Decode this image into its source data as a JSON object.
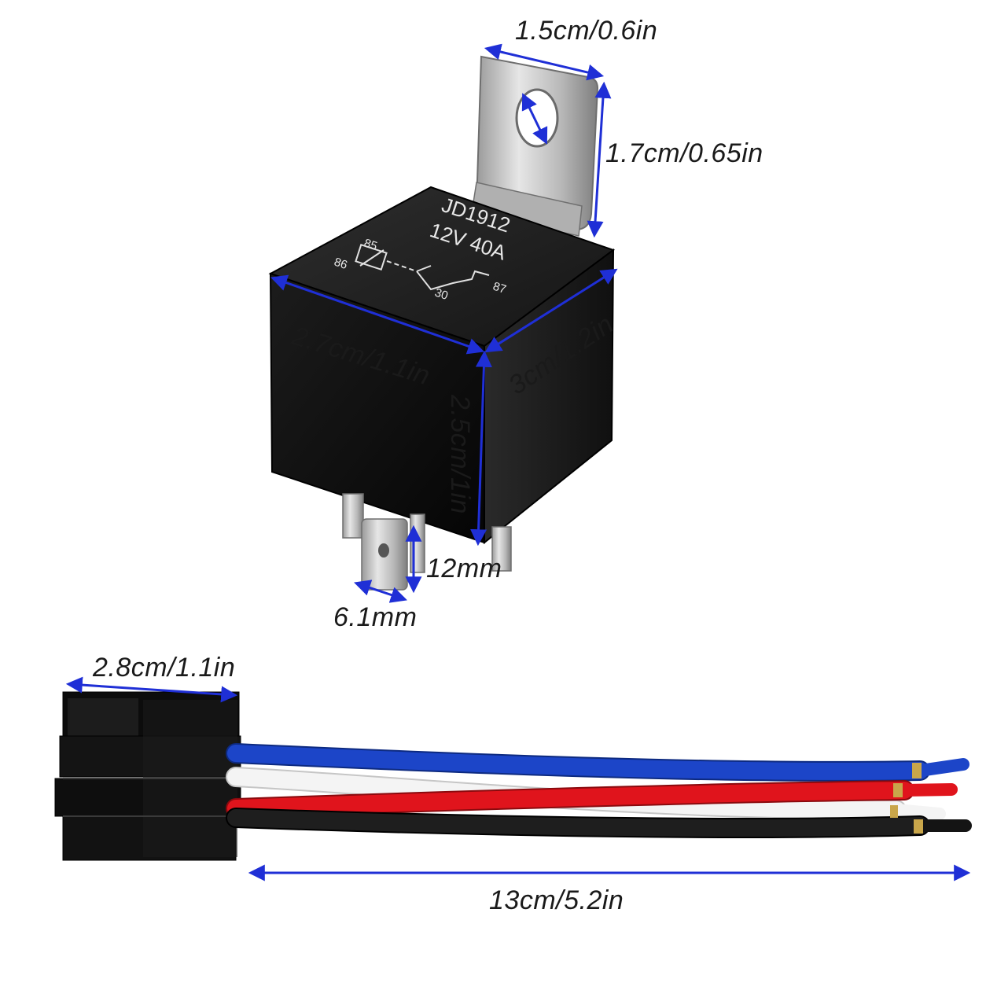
{
  "relay": {
    "model": "JD1912",
    "rating": "12V  40A",
    "pins": {
      "p85": "85",
      "p86": "86",
      "p87": "87",
      "p30": "30"
    }
  },
  "dimensions": {
    "bracket_width": "1.5cm/0.6in",
    "bracket_height": "1.7cm/0.65in",
    "relay_width": "2.7cm/1.1in",
    "relay_depth": "3cm/1.2in",
    "relay_height": "2.5cm/1in",
    "pin_length": "12mm",
    "pin_width": "6.1mm",
    "socket_width": "2.8cm/1.1in",
    "harness_length": "13cm/5.2in"
  },
  "colors": {
    "dimension_line": "#1f2fd6",
    "relay_body": "#111111",
    "wire_blue": "#1c45c8",
    "wire_red": "#e0141c",
    "wire_white": "#f4f4f4",
    "wire_black": "#141414"
  }
}
